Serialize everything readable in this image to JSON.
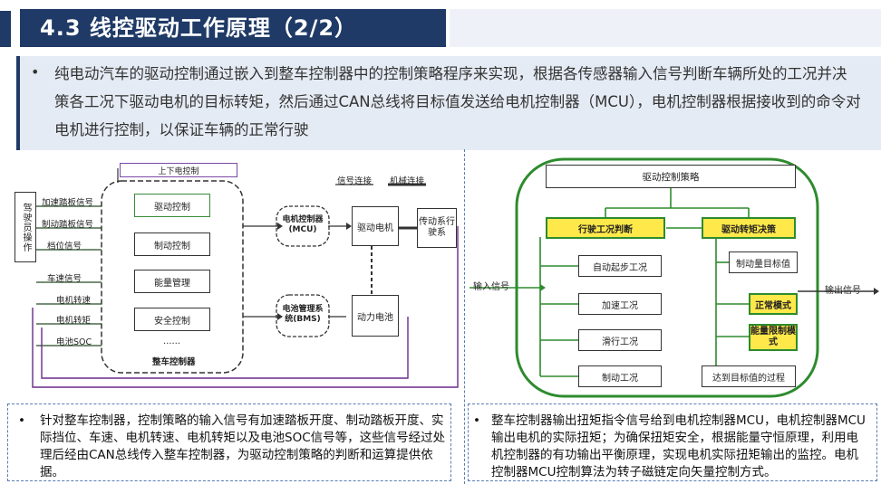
{
  "header": {
    "title": "4.3 线控驱动工作原理（2/2）"
  },
  "intro": {
    "bullet": "•",
    "text": "纯电动汽车的驱动控制通过嵌入到整车控制器中的控制策略程序来实现，根据各传感器输入信号判断车辆所处的工况并决策各工况下驱动电机的目标转矩，然后通过CAN总线将目标值发送给电机控制器（MCU），电机控制器根据接收到的命令对电机进行控制，以保证车辆的正常行驶"
  },
  "left_diagram": {
    "top_label": "上下电控制",
    "driver": "驾驶员操作",
    "inputs": [
      "加速踏板信号",
      "制动踏板信号",
      "档位信号",
      "车速信号",
      "电机转速",
      "电机转矩",
      "电池SOC"
    ],
    "vcu_blocks": [
      "驱动控制",
      "制动控制",
      "能量管理",
      "安全控制"
    ],
    "ellipsis": "……",
    "vcu_name": "整车控制器",
    "legend_signal": "信号连接",
    "legend_mech": "机械连接",
    "mcu": "电机控制器(MCU)",
    "bms": "电池管理系统(BMS)",
    "motor": "驱动电机",
    "battery": "动力电池",
    "transmission": "传动系行驶系"
  },
  "right_diagram": {
    "strategy": "驱动控制策略",
    "condition_judge": "行驶工况判断",
    "torque_decide": "驱动转矩决策",
    "input_label": "输入信号",
    "output_label": "输出信号",
    "conditions": [
      "自动起步工况",
      "加速工况",
      "滑行工况",
      "制动工况"
    ],
    "torque_target": "制动量目标值",
    "mode_normal": "正常模式",
    "mode_energy": "能量限制模式",
    "process": "达到目标值的过程"
  },
  "notes": {
    "left_bullet": "•",
    "left": "针对整车控制器，控制策略的输入信号有加速踏板开度、制动踏板开度、实际挡位、车速、电机转速、电机转矩以及电池SOC信号等，这些信号经过处理后经由CAN总线传入整车控制器，为驱动控制策略的判断和运算提供依据。",
    "right_bullet": "•",
    "right": "整车控制器输出扭矩指令信号给到电机控制器MCU，电机控制器MCU输出电机的实际扭矩；为确保扭矩安全，根据能量守恒原理，利用电机控制器的有功输出平衡原理，实现电机实际扭矩输出的监控。电机控制器MCU控制算法为转子磁链定向矢量控制方式。"
  },
  "colors": {
    "header": "#1f3a66",
    "intro_bg": "#e5ebf4",
    "dash": "#5a7db5",
    "green": "#2e8b2e",
    "yellow": "#ffe94a"
  }
}
